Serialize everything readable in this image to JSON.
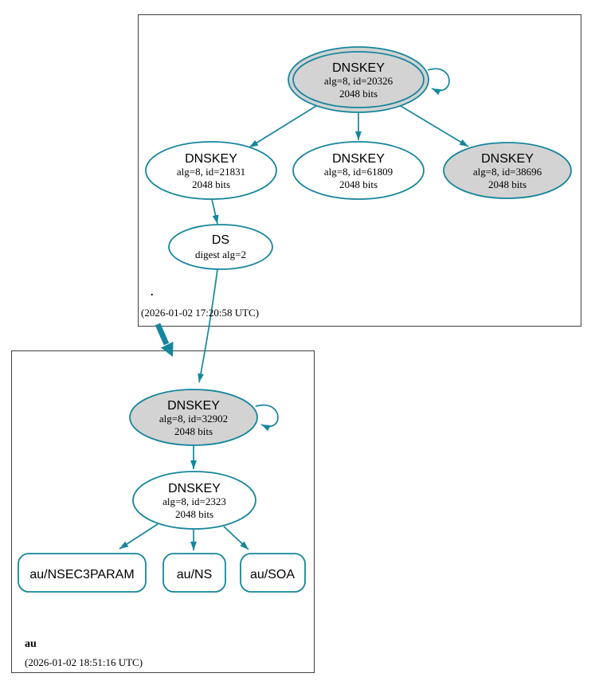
{
  "colors": {
    "accent_teal": "#15869c",
    "node_fill_gray": "#d3d3d3",
    "node_fill_white": "#ffffff",
    "zone_border": "#404040",
    "text": "#000000"
  },
  "zones": [
    {
      "name": ".",
      "timestamp": "(2026-01-02 17:20:58 UTC)",
      "nodes": {
        "ksk": {
          "title": "DNSKEY",
          "alg": "alg=8, id=20326",
          "bits": "2048 bits"
        },
        "key1": {
          "title": "DNSKEY",
          "alg": "alg=8, id=21831",
          "bits": "2048 bits"
        },
        "key2": {
          "title": "DNSKEY",
          "alg": "alg=8, id=61809",
          "bits": "2048 bits"
        },
        "key3": {
          "title": "DNSKEY",
          "alg": "alg=8, id=38696",
          "bits": "2048 bits"
        },
        "ds": {
          "title": "DS",
          "alg": "digest alg=2"
        }
      }
    },
    {
      "name": "au",
      "timestamp": "(2026-01-02 18:51:16 UTC)",
      "nodes": {
        "ksk": {
          "title": "DNSKEY",
          "alg": "alg=8, id=32902",
          "bits": "2048 bits"
        },
        "zsk": {
          "title": "DNSKEY",
          "alg": "alg=8, id=2323",
          "bits": "2048 bits"
        },
        "rrsets": [
          {
            "label": "au/NSEC3PARAM"
          },
          {
            "label": "au/NS"
          },
          {
            "label": "au/SOA"
          }
        ]
      }
    }
  ]
}
